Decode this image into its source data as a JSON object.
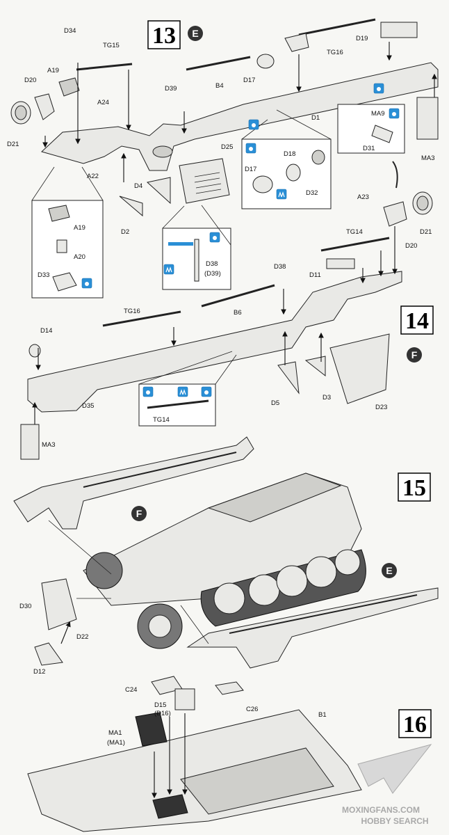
{
  "steps": {
    "s13": {
      "number": "13",
      "subassembly": "E"
    },
    "s14": {
      "number": "14",
      "subassembly": "F"
    },
    "s15": {
      "number": "15",
      "sub_f": "F",
      "sub_e": "E"
    },
    "s16": {
      "number": "16"
    }
  },
  "labels": {
    "D34": "D34",
    "TG15": "TG15",
    "A19a": "A19",
    "D20a": "D20",
    "D21a": "D21",
    "A24": "A24",
    "A22": "A22",
    "D39": "D39",
    "B4": "B4",
    "D17a": "D17",
    "TG16a": "TG16",
    "D19": "D19",
    "D1": "D1",
    "MA9": "MA9",
    "D31": "D31",
    "MA3a": "MA3",
    "D25": "D25",
    "D4": "D4",
    "D2": "D2",
    "D18": "D18",
    "D17b": "D17",
    "D32": "D32",
    "A19b": "A19",
    "A20": "A20",
    "D33": "D33",
    "D38a": "D38",
    "D38b": "(D39)",
    "A23": "A23",
    "D21b": "D21",
    "D20b": "D20",
    "TG14a": "TG14",
    "D11": "D11",
    "D38c": "D38",
    "B6": "B6",
    "TG16b": "TG16",
    "D14": "D14",
    "D35": "D35",
    "D5": "D5",
    "D3": "D3",
    "D23": "D23",
    "TG14b": "TG14",
    "MA3b": "MA3",
    "D30": "D30",
    "D22": "D22",
    "D12": "D12",
    "C24": "C24",
    "D15a": "D15",
    "D15b": "(D16)",
    "C26": "C26",
    "B1": "B1",
    "MA1a": "MA1",
    "MA1b": "(MA1)"
  },
  "icons": [
    "paint-icon",
    "glue-icon"
  ],
  "colors": {
    "icon_blue": "#2a8fd6",
    "step_badge": "#333333"
  },
  "watermark": {
    "line1": "MOXINGFANS.COM",
    "line2": "HOBBY SEARCH"
  }
}
